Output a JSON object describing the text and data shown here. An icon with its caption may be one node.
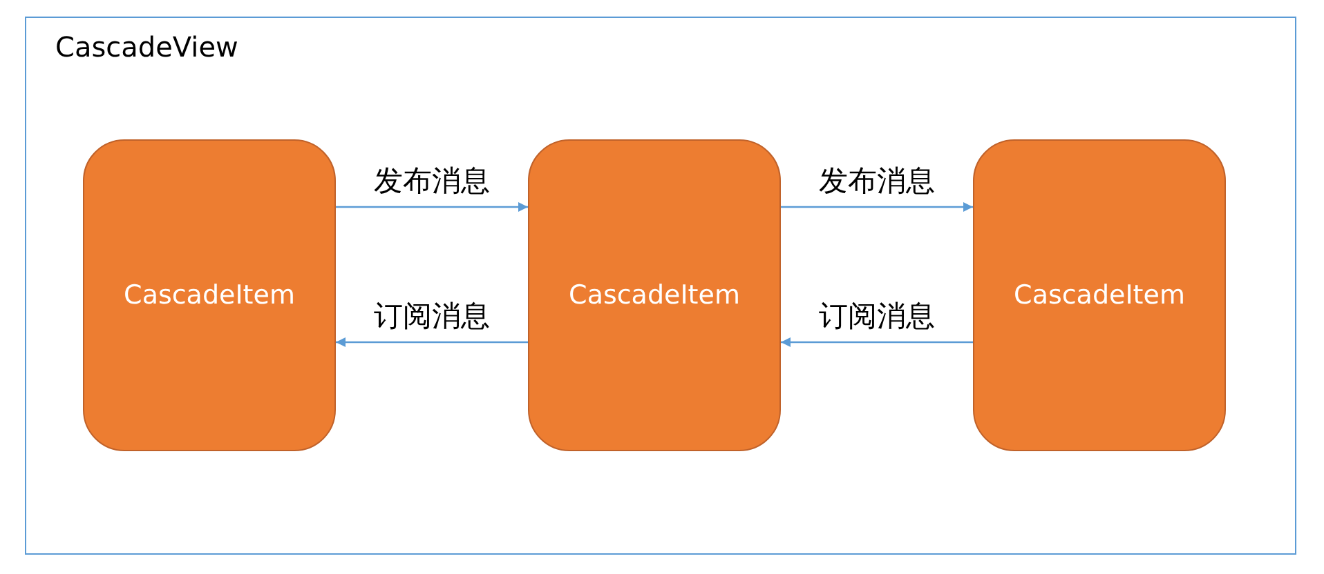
{
  "diagram": {
    "nodes": [
      {
        "text": [
          "CascadeView"
        ]
      },
      {
        "text": [
          "CascadeItem"
        ],
        "in": 0
      },
      {
        "text": [
          "CascadeItem"
        ],
        "in": 0
      },
      {
        "text": [
          "CascadeItem"
        ],
        "in": 0
      }
    ],
    "edges": [
      {
        "from": 1,
        "to": 2,
        "arrow": "to",
        "label": "发布消息"
      },
      {
        "from": 2,
        "to": 1,
        "arrow": "to",
        "label": "订阅消息"
      },
      {
        "from": 2,
        "to": 3,
        "arrow": "to",
        "label": "发布消息"
      },
      {
        "from": 3,
        "to": 2,
        "arrow": "to",
        "label": "订阅消息"
      }
    ]
  }
}
